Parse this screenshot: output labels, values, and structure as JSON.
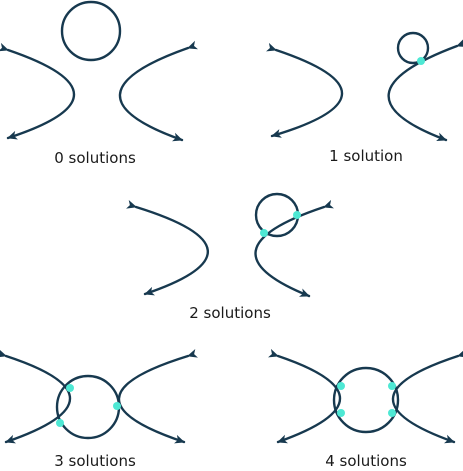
{
  "panels": {
    "zero": {
      "label": "0 solutions"
    },
    "one": {
      "label": "1 solution"
    },
    "two": {
      "label": "2 solutions"
    },
    "three": {
      "label": "3 solutions"
    },
    "four": {
      "label": "4 solutions"
    }
  },
  "colors": {
    "stroke": "#17394f",
    "intersection": "#4ee8d4",
    "text": "#1a1a1a"
  }
}
